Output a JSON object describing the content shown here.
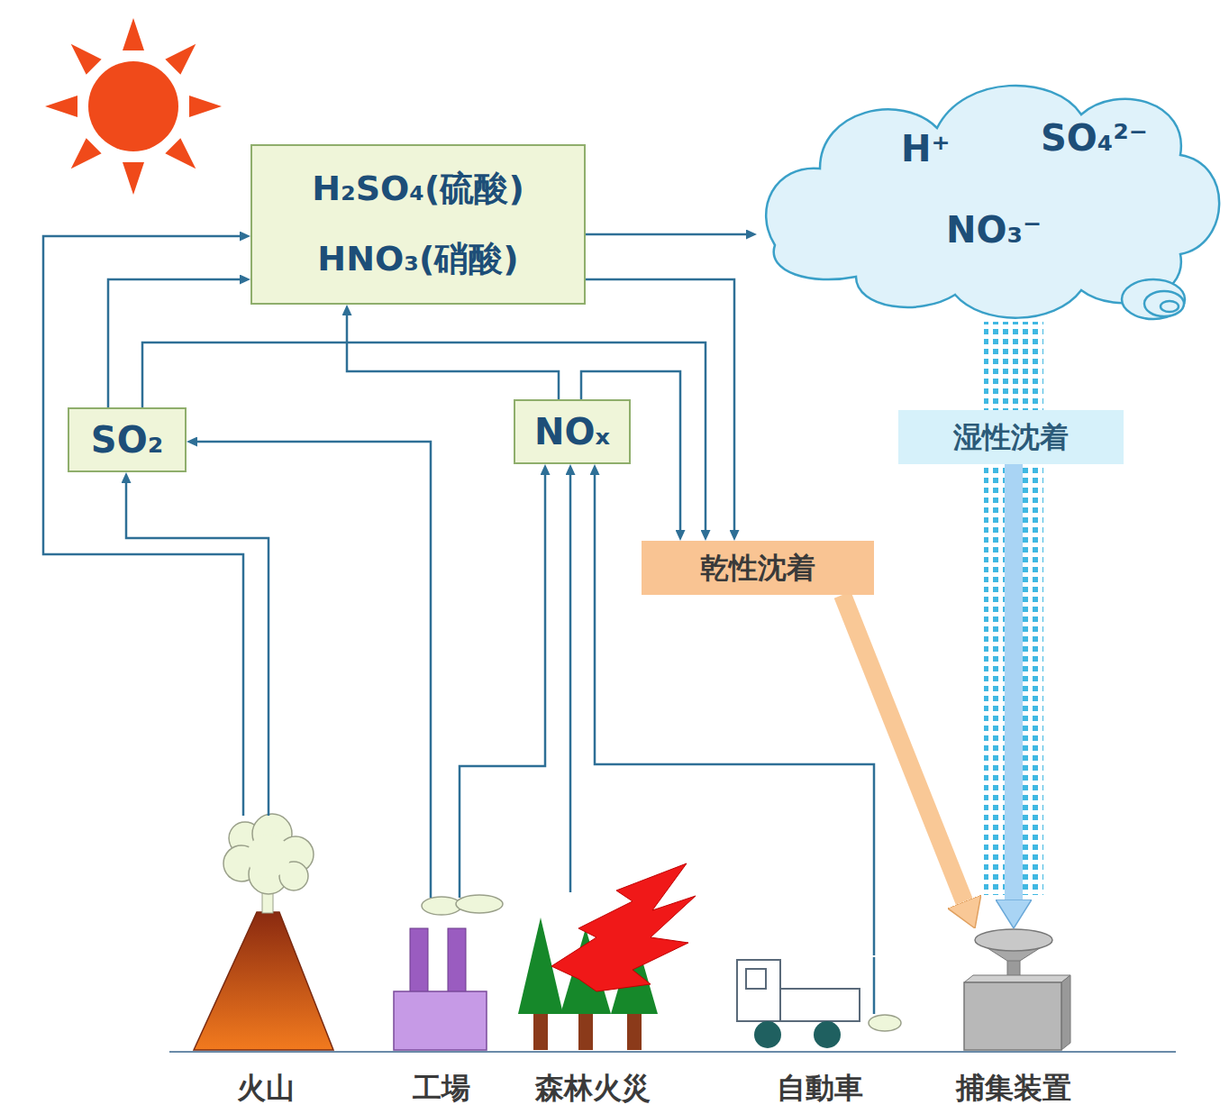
{
  "diagram": {
    "nodes": [
      {
        "text": [
          "H₂SO₄(硫酸)",
          "HNO₃(硝酸)"
        ]
      },
      {
        "text": [
          "H⁺",
          "SO₄²⁻",
          "NO₃⁻"
        ]
      },
      {
        "text": [
          "SO₂"
        ]
      },
      {
        "text": [
          "NOₓ"
        ]
      },
      {
        "text": [
          "湿性沈着"
        ]
      },
      {
        "text": [
          "乾性沈着"
        ]
      },
      {
        "text": [
          "火山"
        ]
      },
      {
        "text": [
          "工場"
        ]
      },
      {
        "text": [
          "森林火災"
        ]
      },
      {
        "text": [
          "自動車"
        ]
      },
      {
        "text": [
          "捕集装置"
        ]
      }
    ],
    "edges": [
      {
        "from": 6,
        "to": 2,
        "arrow": "to"
      },
      {
        "from": 6,
        "to": 0,
        "arrow": "to"
      },
      {
        "from": 7,
        "to": 2,
        "arrow": "to"
      },
      {
        "from": 7,
        "to": 3,
        "arrow": "to"
      },
      {
        "from": 8,
        "to": 3,
        "arrow": "to"
      },
      {
        "from": 9,
        "to": 3,
        "arrow": "to"
      },
      {
        "from": 2,
        "to": 0,
        "arrow": "to"
      },
      {
        "from": 2,
        "to": 5,
        "arrow": "to"
      },
      {
        "from": 3,
        "to": 0,
        "arrow": "to"
      },
      {
        "from": 3,
        "to": 5,
        "arrow": "to"
      },
      {
        "from": 0,
        "to": 1,
        "arrow": "to"
      },
      {
        "from": 0,
        "to": 5,
        "arrow": "to"
      },
      {
        "from": 1,
        "to": 4,
        "arrow": "none"
      },
      {
        "from": 4,
        "to": 10,
        "arrow": "to"
      },
      {
        "from": 5,
        "to": 10,
        "arrow": "to"
      }
    ]
  }
}
